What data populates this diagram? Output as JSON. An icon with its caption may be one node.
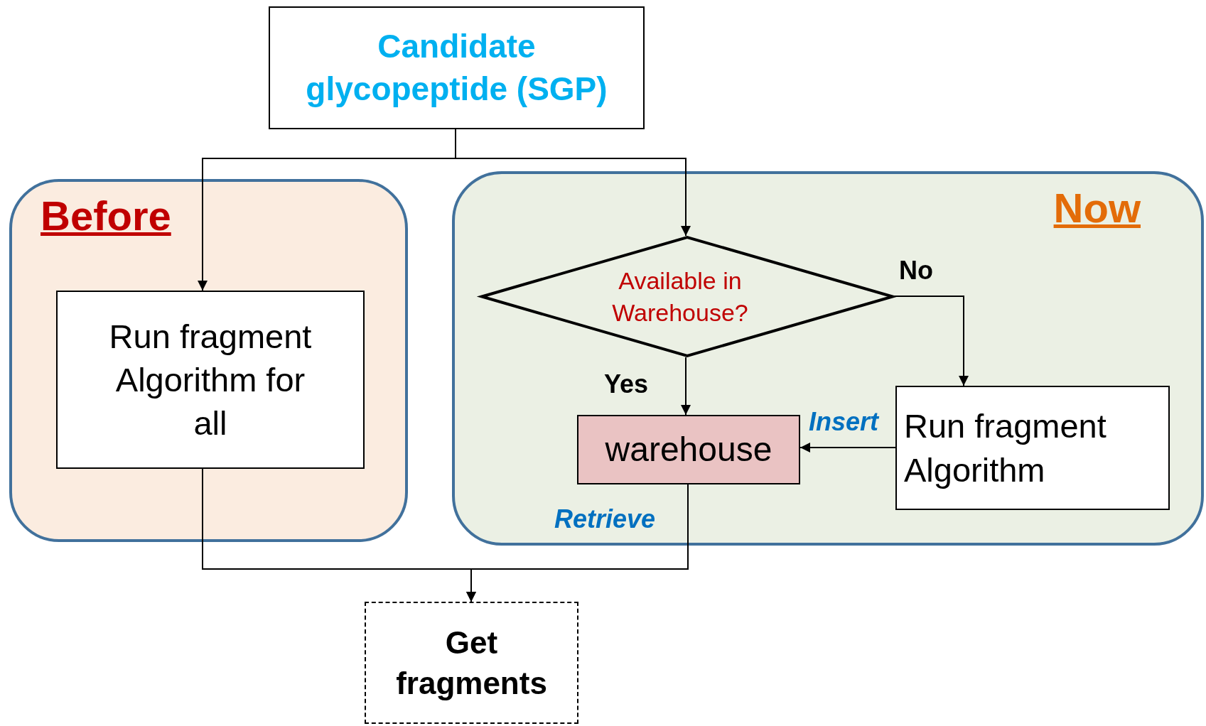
{
  "diagram": {
    "nodes": [
      {
        "text": [
          "Candidate glycopeptide (SGP)"
        ]
      },
      {
        "text": [
          "Before"
        ]
      },
      {
        "text": [
          "Run fragment Algorithm for all"
        ],
        "in": 1
      },
      {
        "text": [
          "Now"
        ]
      },
      {
        "text": [
          "Available in Warehouse?"
        ],
        "in": 3
      },
      {
        "text": [
          "warehouse"
        ],
        "in": 3
      },
      {
        "text": [
          "Run fragment Algorithm"
        ],
        "in": 3
      },
      {
        "text": [
          "Get fragments"
        ]
      }
    ],
    "edges": [
      {
        "from": 0,
        "to": 2,
        "arrow": "to"
      },
      {
        "from": 0,
        "to": 4,
        "arrow": "to"
      },
      {
        "from": 4,
        "to": 5,
        "arrow": "to",
        "label": "Yes"
      },
      {
        "from": 4,
        "to": 6,
        "arrow": "to",
        "label": "No"
      },
      {
        "from": 6,
        "to": 5,
        "arrow": "to",
        "label": "Insert"
      },
      {
        "from": 2,
        "to": 7,
        "arrow": "to"
      },
      {
        "from": 5,
        "to": 7,
        "arrow": "to",
        "label": "Retrieve"
      }
    ]
  }
}
